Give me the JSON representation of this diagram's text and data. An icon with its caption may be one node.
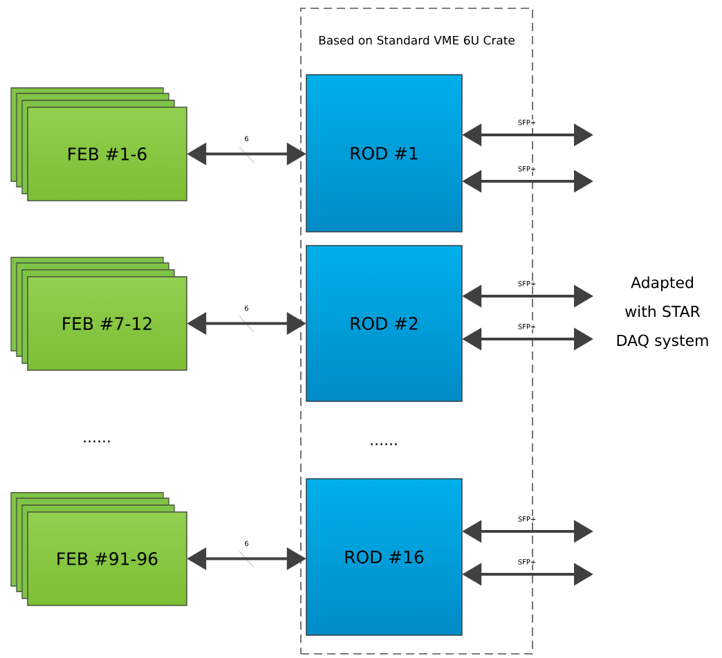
{
  "diagram": {
    "nodes": [
      {
        "text": [
          "Based on Standard VME 6U Crate"
        ]
      },
      {
        "text": [
          "FEB #1-6"
        ]
      },
      {
        "text": [
          "ROD #1"
        ],
        "in": 0
      },
      {
        "text": [
          "FEB #7-12"
        ]
      },
      {
        "text": [
          "ROD #2"
        ],
        "in": 0
      },
      {
        "text": [
          "FEB #91-96"
        ]
      },
      {
        "text": [
          "ROD #16"
        ],
        "in": 0
      }
    ],
    "edges": [
      {
        "from": 1,
        "to": 2,
        "arrow": "both",
        "label": "6"
      },
      {
        "from": 2,
        "to": null,
        "arrow": "both",
        "label": "SFP+"
      },
      {
        "from": 2,
        "to": null,
        "arrow": "both",
        "label": "SFP+"
      },
      {
        "from": 3,
        "to": 4,
        "arrow": "both",
        "label": "6"
      },
      {
        "from": 4,
        "to": null,
        "arrow": "both",
        "label": "SFP+"
      },
      {
        "from": 4,
        "to": null,
        "arrow": "both",
        "label": "SFP+"
      },
      {
        "from": 5,
        "to": 6,
        "arrow": "both",
        "label": "6"
      },
      {
        "from": 6,
        "to": null,
        "arrow": "both",
        "label": "SFP+"
      },
      {
        "from": 6,
        "to": null,
        "arrow": "both",
        "label": "SFP+"
      }
    ],
    "labels": [
      "Adapted with STAR DAQ system",
      "......",
      "......"
    ]
  }
}
